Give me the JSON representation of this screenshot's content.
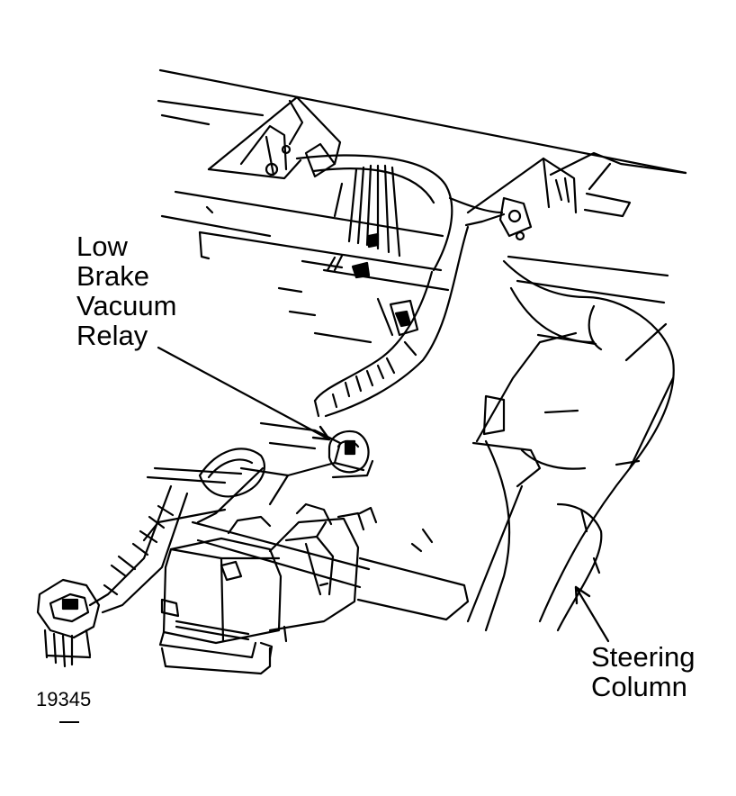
{
  "labels": {
    "relay": [
      "Low",
      "Brake",
      "Vacuum",
      "Relay"
    ],
    "steering_column": [
      "Steering",
      "Column"
    ]
  },
  "figure_number": "19345",
  "colors": {
    "ink": "#000000",
    "paper": "#ffffff"
  }
}
